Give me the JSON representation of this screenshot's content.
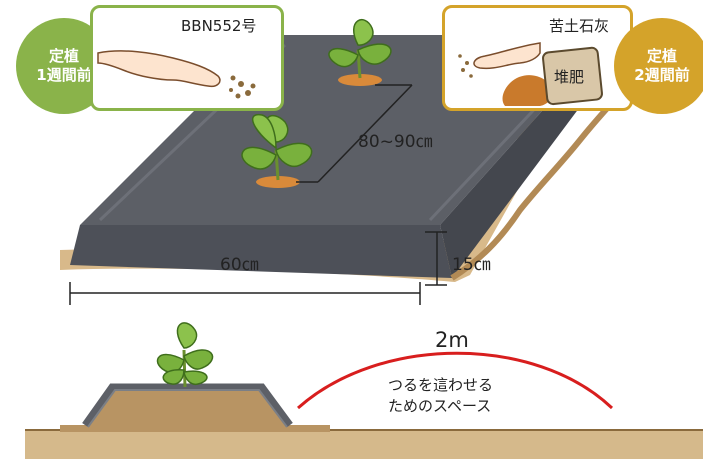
{
  "left_step": {
    "line1": "定植",
    "line2": "1週間前",
    "material": "BBN552号",
    "badge_color": "#8ab34a"
  },
  "right_step": {
    "line1": "定植",
    "line2": "2週間前",
    "material1": "苦土石灰",
    "material2": "堆肥",
    "badge_color": "#d4a32a"
  },
  "dimensions": {
    "plant_spacing": "80~90㎝",
    "bed_width": "60㎝",
    "bed_height": "15㎝"
  },
  "vine_space": {
    "width": "2m",
    "line1": "つるを這わせる",
    "line2": "ためのスペース",
    "arc_color": "#d81e1e"
  }
}
